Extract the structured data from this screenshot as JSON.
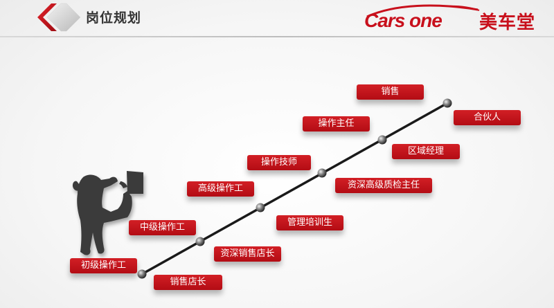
{
  "header": {
    "title": "岗位规划",
    "brand_latin": "Cars one",
    "brand_cn": "美车堂"
  },
  "colors": {
    "accent_red": "#c8101c",
    "tag_red": "#c01620",
    "line_black": "#1a1a1a"
  },
  "career_ladder": {
    "left_track": [
      "初级操作工",
      "中级操作工",
      "高级操作工",
      "操作技师",
      "操作主任",
      "销售"
    ],
    "right_track": [
      "销售店长",
      "资深销售店长",
      "管理培训生",
      "资深高级质检主任",
      "区域经理",
      "合伙人"
    ]
  },
  "icons": [
    "red-diamond-logo-icon",
    "climbing-figure-silhouette-icon",
    "ladder-node-icon"
  ]
}
